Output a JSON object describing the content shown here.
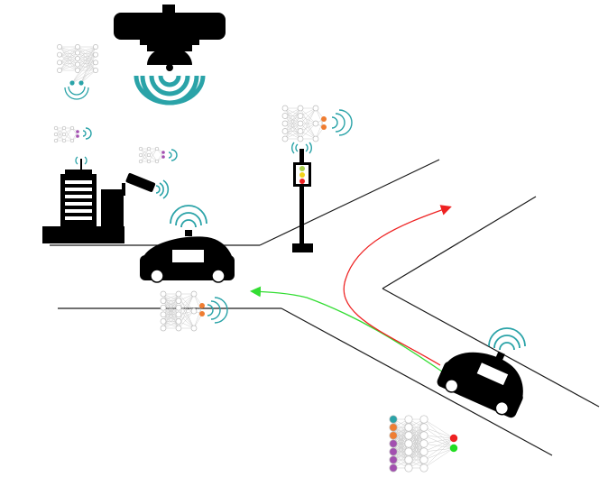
{
  "colors": {
    "road": "#1a1a1a",
    "vehicle": "#000000",
    "signal_wave": "#2aa3a8",
    "path_left": "#33dd33",
    "path_right": "#ee2222",
    "node_outline": "#bbbbbb",
    "output_orange": "#ef7d32",
    "output_purple": "#a24fb0",
    "input_teal": "#2aa3a8",
    "output_red": "#ee2222",
    "output_green": "#22dd22",
    "traffic_light_red": "#ee2222",
    "traffic_light_yellow": "#f2d21b",
    "traffic_light_green": "#a8d14a"
  },
  "icons": {
    "drone": "drone-icon",
    "building": "building-icon",
    "camera": "surveillance-camera-icon",
    "traffic_light": "traffic-light-icon",
    "car": "car-icon",
    "wireless": "wireless-signal-icon",
    "network": "neural-network-icon"
  },
  "neural_networks": [
    {
      "id": "drone-network",
      "layers": [
        4,
        5,
        4
      ],
      "outputs": 2,
      "output_color": "input_teal"
    },
    {
      "id": "building-network",
      "layers": [
        3,
        3,
        2
      ],
      "outputs": 2,
      "output_color": "output_purple"
    },
    {
      "id": "camera-network",
      "layers": [
        3,
        3,
        2
      ],
      "outputs": 2,
      "output_color": "output_purple"
    },
    {
      "id": "traffic-light-network",
      "layers": [
        5,
        5,
        3
      ],
      "outputs": 2,
      "output_color": "output_orange"
    },
    {
      "id": "car-network",
      "layers": [
        6,
        6,
        3
      ],
      "outputs": 2,
      "output_color": "output_orange"
    },
    {
      "id": "main-network",
      "layers": [
        7,
        7,
        7
      ],
      "outputs": 2,
      "output_color": "output_red"
    }
  ]
}
